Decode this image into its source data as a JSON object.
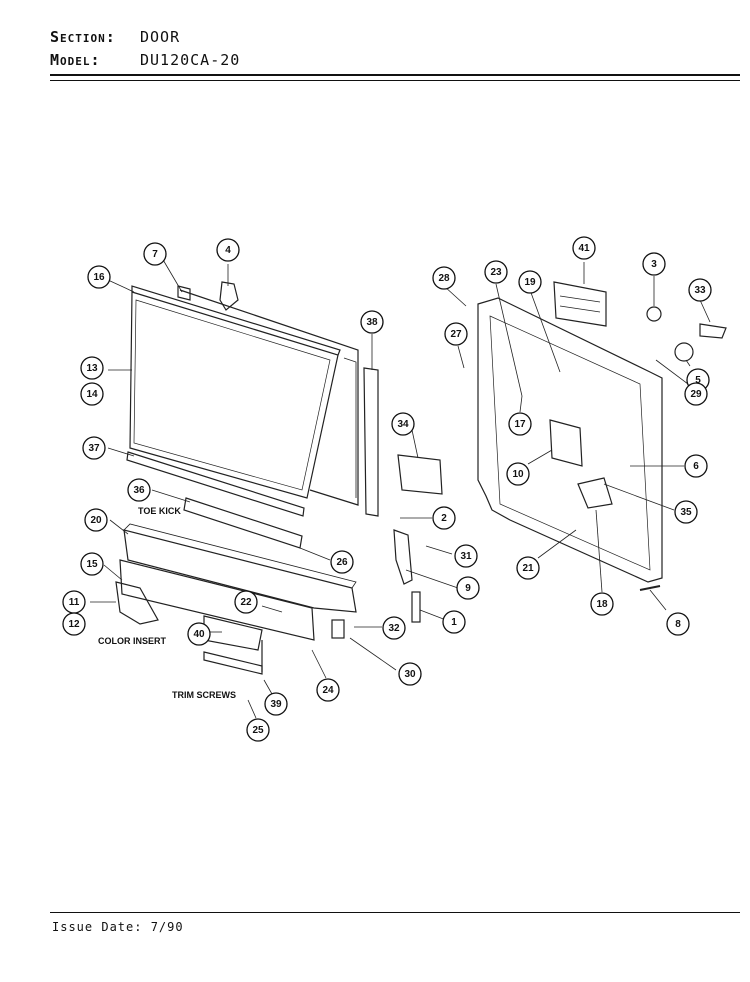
{
  "header": {
    "section_label": "Section:",
    "section_value": "DOOR",
    "model_label": "Model:",
    "model_value": "DU120CA-20"
  },
  "labels": {
    "toe_kick": "TOE KICK",
    "color_insert": "COLOR INSERT",
    "trim_screws": "TRIM SCREWS"
  },
  "callouts": [
    "1",
    "2",
    "3",
    "4",
    "5",
    "6",
    "7",
    "8",
    "9",
    "10",
    "11",
    "12",
    "13",
    "14",
    "15",
    "16",
    "17",
    "18",
    "19",
    "20",
    "21",
    "22",
    "23",
    "24",
    "25",
    "26",
    "27",
    "28",
    "29",
    "30",
    "31",
    "32",
    "33",
    "34",
    "35",
    "36",
    "37",
    "38",
    "39",
    "40",
    "41"
  ],
  "footer": {
    "issue_date": "Issue Date: 7/90"
  }
}
